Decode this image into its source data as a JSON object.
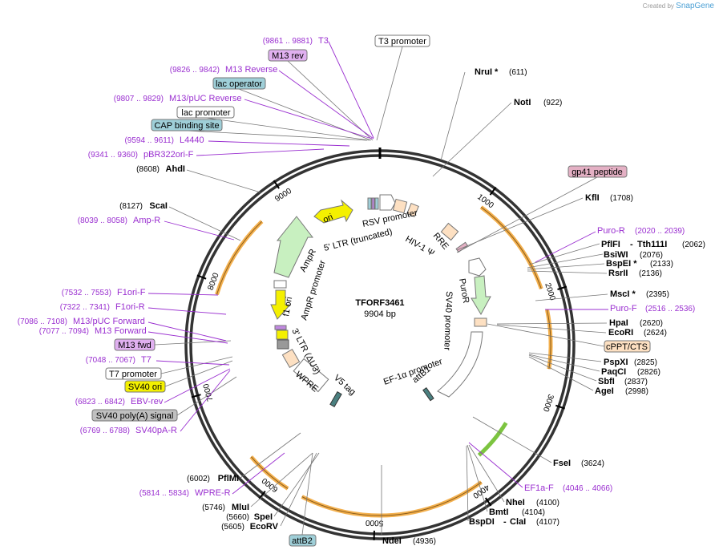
{
  "credit": {
    "prefix": "Created by",
    "brand": "SnapGene"
  },
  "plasmid": {
    "name": "TFORF3461",
    "size_label": "9904 bp"
  },
  "ticks": [
    "1000",
    "2000",
    "3000",
    "4000",
    "5000",
    "6000",
    "7000",
    "8000",
    "9000"
  ],
  "enzymes": [
    {
      "name": "NruI *",
      "pos": "(611)",
      "bp": 611,
      "side": "right"
    },
    {
      "name": "NotI",
      "pos": "(922)",
      "bp": 922,
      "side": "right"
    },
    {
      "name": "KflI",
      "pos": "(1708)",
      "bp": 1708,
      "side": "right"
    },
    {
      "name": "PflFI",
      "name2": "Tth111I",
      "pos": "(2062)",
      "bp": 2062,
      "side": "right"
    },
    {
      "name": "BsiWI",
      "pos": "(2076)",
      "bp": 2076,
      "side": "right"
    },
    {
      "name": "BspEI *",
      "pos": "(2133)",
      "bp": 2133,
      "side": "right"
    },
    {
      "name": "RsrII",
      "pos": "(2136)",
      "bp": 2136,
      "side": "right"
    },
    {
      "name": "MscI *",
      "pos": "(2395)",
      "bp": 2395,
      "side": "right"
    },
    {
      "name": "HpaI",
      "pos": "(2620)",
      "bp": 2620,
      "side": "right"
    },
    {
      "name": "EcoRI",
      "pos": "(2624)",
      "bp": 2624,
      "side": "right"
    },
    {
      "name": "PspXI",
      "pos": "(2825)",
      "bp": 2825,
      "side": "right"
    },
    {
      "name": "PaqCI",
      "pos": "(2826)",
      "bp": 2826,
      "side": "right"
    },
    {
      "name": "SbfI",
      "pos": "(2837)",
      "bp": 2837,
      "side": "right"
    },
    {
      "name": "AgeI",
      "pos": "(2998)",
      "bp": 2998,
      "side": "right"
    },
    {
      "name": "FseI",
      "pos": "(3624)",
      "bp": 3624,
      "side": "right"
    },
    {
      "name": "NheI",
      "pos": "(4100)",
      "bp": 4100,
      "side": "right"
    },
    {
      "name": "BmtI",
      "pos": "(4104)",
      "bp": 4104,
      "side": "right"
    },
    {
      "name": "BspDI",
      "name2": "ClaI",
      "pos": "(4107)",
      "bp": 4107,
      "side": "right"
    },
    {
      "name": "NdeI",
      "pos": "(4936)",
      "bp": 4936,
      "side": "right"
    },
    {
      "name": "EcoRV",
      "pos": "(5605)",
      "bp": 5605,
      "side": "left"
    },
    {
      "name": "SpeI",
      "pos": "(5660)",
      "bp": 5660,
      "side": "left"
    },
    {
      "name": "MluI",
      "pos": "(5746)",
      "bp": 5746,
      "side": "left"
    },
    {
      "name": "PflMI",
      "pos": "(6002)",
      "bp": 6002,
      "side": "left"
    },
    {
      "name": "ScaI",
      "pos": "(8127)",
      "bp": 8127,
      "side": "left"
    },
    {
      "name": "AhdI",
      "pos": "(8608)",
      "bp": 8608,
      "side": "left"
    }
  ],
  "primers": [
    {
      "name": "T3",
      "pos": "(9861 .. 9881)"
    },
    {
      "name": "M13 Reverse",
      "pos": "(9826 .. 9842)"
    },
    {
      "name": "M13/pUC Reverse",
      "pos": "(9807 .. 9829)"
    },
    {
      "name": "L4440",
      "pos": "(9594 .. 9611)"
    },
    {
      "name": "pBR322ori-F",
      "pos": "(9341 .. 9360)"
    },
    {
      "name": "Amp-R",
      "pos": "(8039 .. 8058)"
    },
    {
      "name": "F1ori-F",
      "pos": "(7532 .. 7553)"
    },
    {
      "name": "F1ori-R",
      "pos": "(7322 .. 7341)"
    },
    {
      "name": "M13/pUC Forward",
      "pos": "(7086 .. 7108)"
    },
    {
      "name": "M13 Forward",
      "pos": "(7077 .. 7094)"
    },
    {
      "name": "T7",
      "pos": "(7048 .. 7067)"
    },
    {
      "name": "EBV-rev",
      "pos": "(6823 .. 6842)"
    },
    {
      "name": "SV40pA-R",
      "pos": "(6769 .. 6788)"
    },
    {
      "name": "WPRE-R",
      "pos": "(5814 .. 5834)"
    },
    {
      "name": "Puro-R",
      "pos": "(2020 .. 2039)"
    },
    {
      "name": "Puro-F",
      "pos": "(2516 .. 2536)"
    },
    {
      "name": "EF1a-F",
      "pos": "(4046 .. 4066)"
    }
  ],
  "boxed_labels": [
    {
      "text": "T3 promoter",
      "color": "#ffffff"
    },
    {
      "text": "M13 rev",
      "color": "#e0b0f0"
    },
    {
      "text": "lac operator",
      "color": "#9fcfd8"
    },
    {
      "text": "lac promoter",
      "color": "#ffffff"
    },
    {
      "text": "CAP binding site",
      "color": "#9fcfd8"
    },
    {
      "text": "gp41 peptide",
      "color": "#e4b0c4"
    },
    {
      "text": "cPPT/CTS",
      "color": "#fde0c2"
    },
    {
      "text": "M13 fwd",
      "color": "#e0b0f0"
    },
    {
      "text": "T7 promoter",
      "color": "#ffffff"
    },
    {
      "text": "SV40 ori",
      "color": "#f4f000"
    },
    {
      "text": "SV40 poly(A) signal",
      "color": "#c0c0c0"
    },
    {
      "text": "attB2",
      "color": "#9fcfd8"
    }
  ],
  "inner_labels": [
    "RSV promoter",
    "5' LTR (truncated)",
    "HIV-1 Ψ",
    "RRE",
    "PuroR",
    "SV40 promoter",
    "EF-1α promoter",
    "attB1",
    "V5 tag",
    "WPRE",
    "3' LTR (ΔU3)",
    "f1 ori",
    "AmpR promoter",
    "AmpR",
    "ori"
  ],
  "colors": {
    "backbone": "#333333",
    "primer": "#9a2fd0",
    "orf": "#f3b04e"
  }
}
